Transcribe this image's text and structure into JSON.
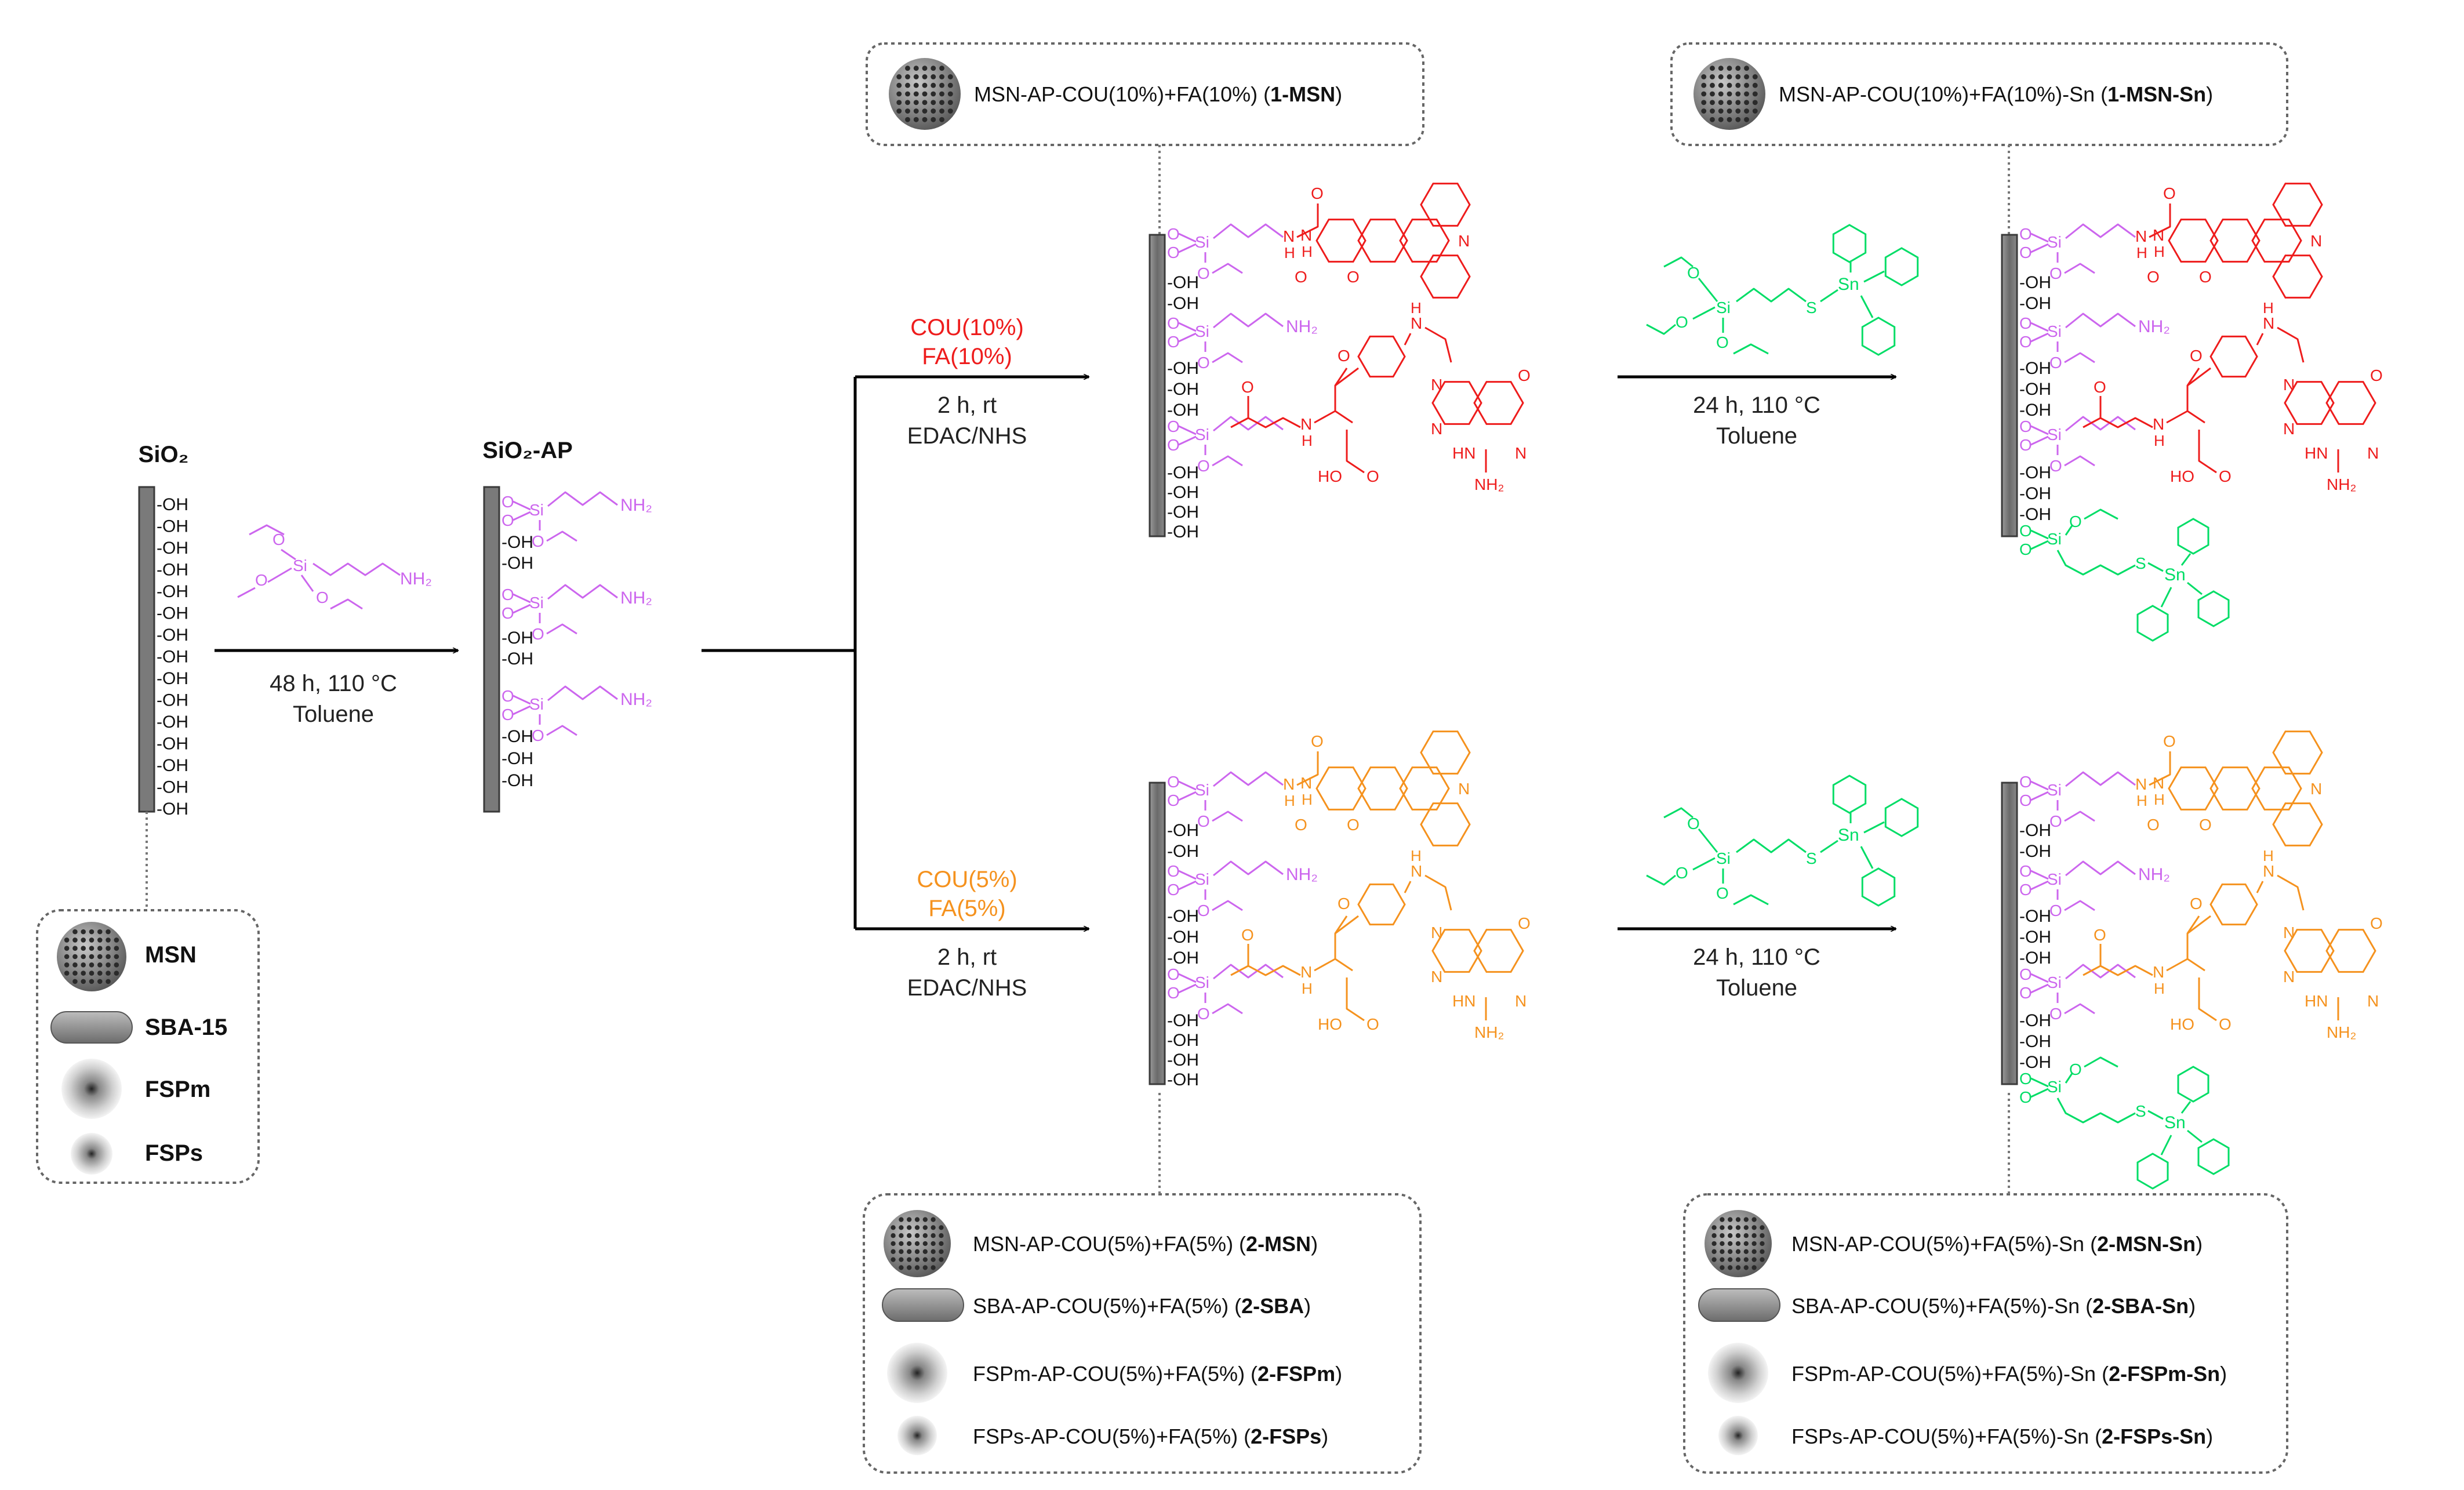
{
  "colors": {
    "linker": "#cc66ee",
    "cou10": "#ee1c1c",
    "cou5": "#f5921e",
    "tin": "#00dd66",
    "bar": "#7a7a7a"
  },
  "labels": {
    "sio2": "SiO₂",
    "sio2_ap": "SiO₂-AP",
    "oh": "-OH",
    "o": "O",
    "si": "Si",
    "nh2": "NH₂",
    "n": "N",
    "h": "H",
    "hn": "HN",
    "ho": "HO",
    "s": "S",
    "sn": "Sn"
  },
  "steps": {
    "step1_time": "48 h, 110 °C",
    "step1_solvent": "Toluene",
    "top_reagent_1": "COU(10%)",
    "top_reagent_2": "FA(10%)",
    "bottom_reagent_1": "COU(5%)",
    "bottom_reagent_2": "FA(5%)",
    "coupling_time": "2 h, rt",
    "coupling_agent": "EDAC/NHS",
    "tin_time": "24 h, 110 °C",
    "tin_solvent": "Toluene"
  },
  "supports": [
    {
      "name": "MSN",
      "icon": "msn-sphere-icon"
    },
    {
      "name": "SBA-15",
      "icon": "sba-rod-icon"
    },
    {
      "name": "FSPm",
      "icon": "fspm-fibrous-icon"
    },
    {
      "name": "FSPs",
      "icon": "fsps-fibrous-icon"
    }
  ],
  "products": {
    "top_mid": {
      "prefix": "MSN-AP-COU(10%)+FA(10%)  (",
      "code": "1-MSN",
      "suffix": ")"
    },
    "top_right": {
      "prefix": "MSN-AP-COU(10%)+FA(10%)-Sn  (",
      "code": "1-MSN-Sn",
      "suffix": ")"
    },
    "bottom_mid": [
      {
        "prefix": "MSN-AP-COU(5%)+FA(5%) (",
        "code": "2-MSN",
        "suffix": ")"
      },
      {
        "prefix": "SBA-AP-COU(5%)+FA(5%) (",
        "code": "2-SBA",
        "suffix": ")"
      },
      {
        "prefix": "FSPm-AP-COU(5%)+FA(5%) (",
        "code": "2-FSPm",
        "suffix": ")"
      },
      {
        "prefix": "FSPs-AP-COU(5%)+FA(5%) (",
        "code": "2-FSPs",
        "suffix": ")"
      }
    ],
    "bottom_right": [
      {
        "prefix": "MSN-AP-COU(5%)+FA(5%)-Sn (",
        "code": "2-MSN-Sn",
        "suffix": ")"
      },
      {
        "prefix": "SBA-AP-COU(5%)+FA(5%)-Sn (",
        "code": "2-SBA-Sn",
        "suffix": ")"
      },
      {
        "prefix": "FSPm-AP-COU(5%)+FA(5%)-Sn (",
        "code": "2-FSPm-Sn",
        "suffix": ")"
      },
      {
        "prefix": "FSPs-AP-COU(5%)+FA(5%)-Sn (",
        "code": "2-FSPs-Sn",
        "suffix": ")"
      }
    ]
  }
}
